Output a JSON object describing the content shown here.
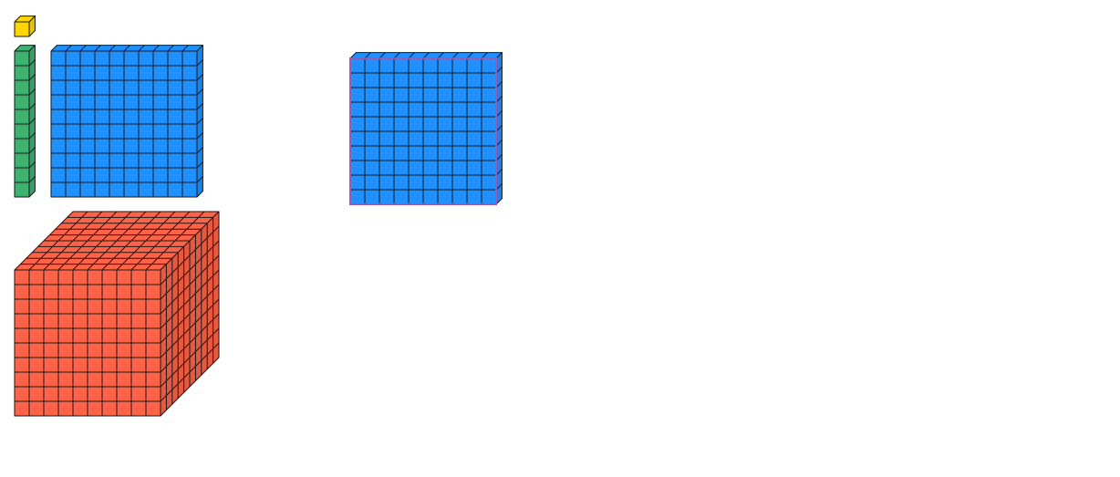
{
  "blocks": [
    {
      "id": "unit-cube",
      "kind": "unit",
      "units": 1,
      "size": [
        1,
        1,
        1
      ],
      "color": "#FFD700"
    },
    {
      "id": "ten-rod",
      "kind": "rod",
      "units": 10,
      "size": [
        1,
        10,
        1
      ],
      "color": "#3CB371"
    },
    {
      "id": "hundred-flat",
      "kind": "flat",
      "units": 100,
      "size": [
        10,
        10,
        1
      ],
      "color": "#1E90FF"
    },
    {
      "id": "thousand-cube",
      "kind": "cube",
      "units": 1000,
      "size": [
        10,
        10,
        10
      ],
      "color": "#FF6347"
    },
    {
      "id": "hundred-flat-highlighted",
      "kind": "flat",
      "units": 100,
      "size": [
        10,
        10,
        1
      ],
      "color": "#1E90FF",
      "outline_color": "#9B59B6",
      "selected": true
    }
  ],
  "line_color": "#1a1a1a"
}
